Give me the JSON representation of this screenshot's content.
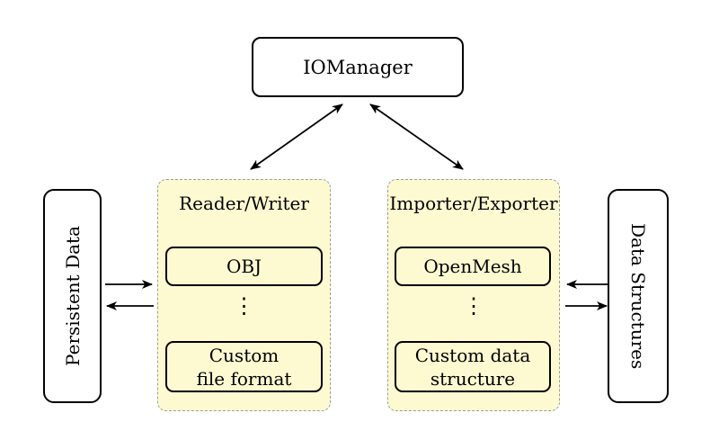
{
  "diagram": {
    "iomanager": {
      "label": "IOManager"
    },
    "persistent_data": {
      "label": "Persistent Data"
    },
    "data_structures": {
      "label": "Data Structures"
    },
    "reader_writer": {
      "title": "Reader/Writer",
      "top_item": "OBJ",
      "ellipsis": "⋮",
      "bottom_item_line1": "Custom",
      "bottom_item_line2": "file format"
    },
    "importer_exporter": {
      "title": "Importer/Exporter",
      "top_item": "OpenMesh",
      "ellipsis": "⋮",
      "bottom_item_line1": "Custom data",
      "bottom_item_line2": "structure"
    },
    "colors": {
      "background": "#ffffff",
      "group_fill": "#fdfad1",
      "group_border": "#9c9c9c",
      "node_fill": "#ffffff",
      "node_border": "#000000",
      "arrow": "#000000"
    }
  }
}
